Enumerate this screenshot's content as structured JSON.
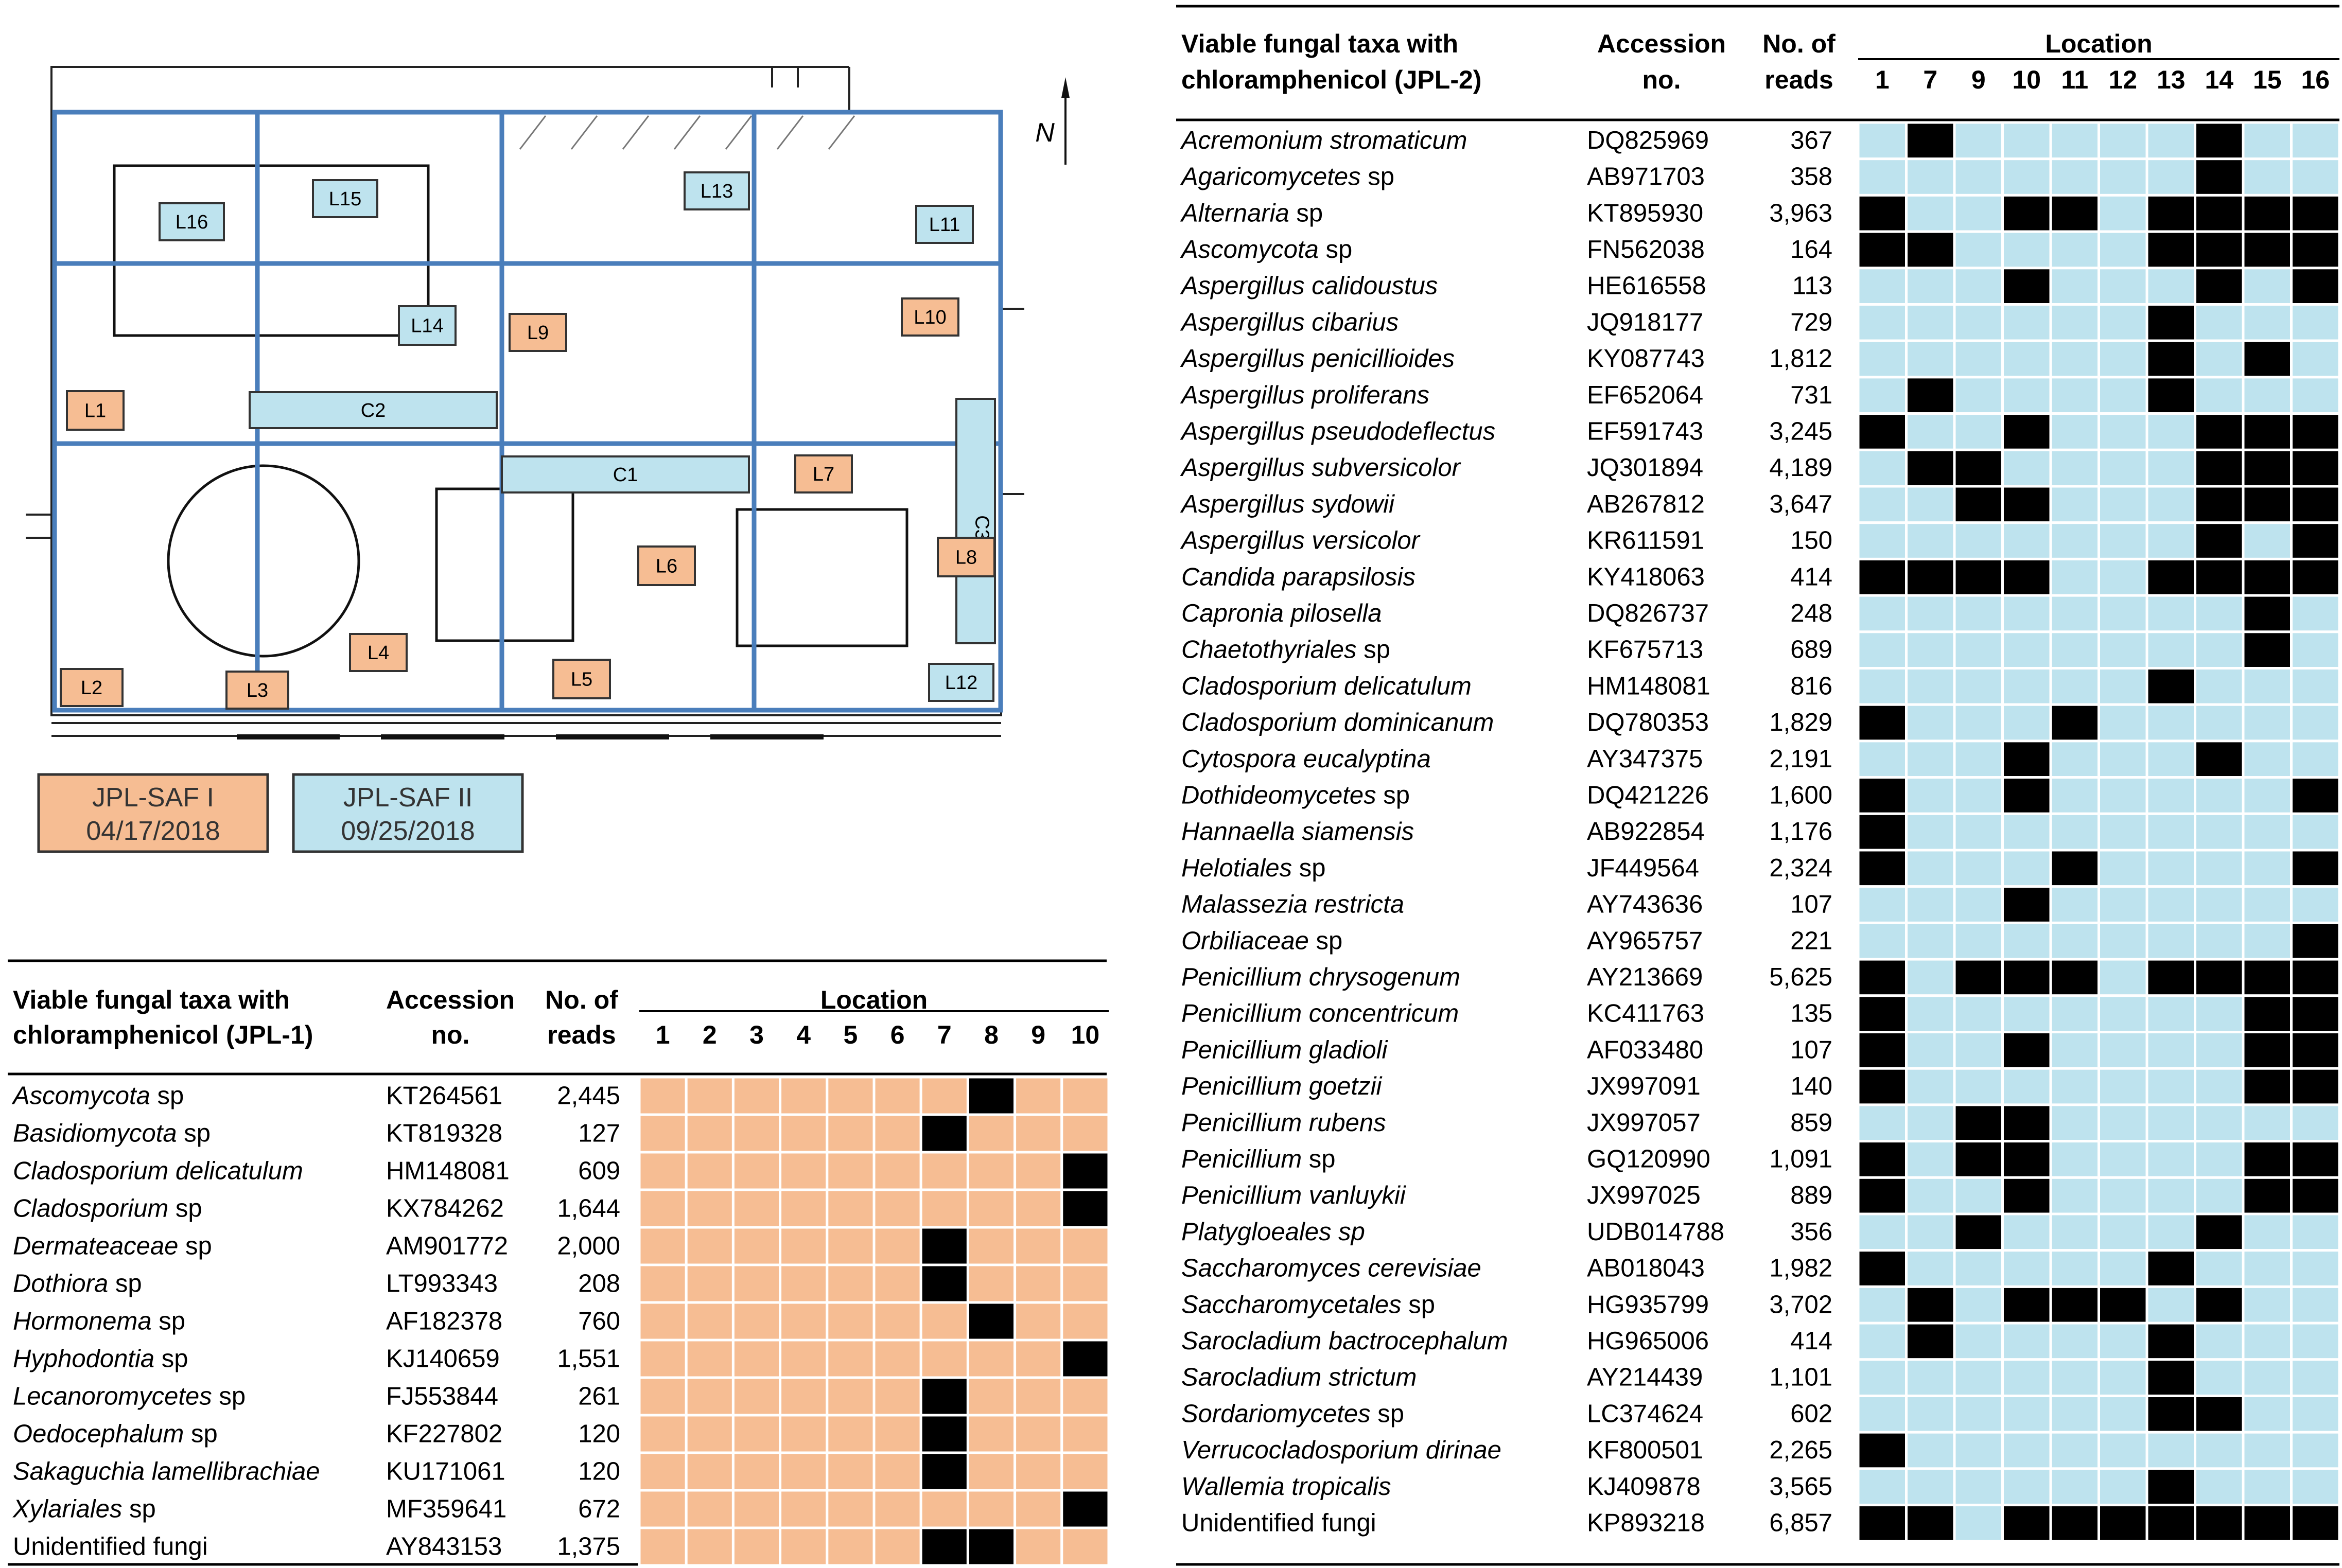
{
  "floorplan": {
    "north_label": "N",
    "rooms": [
      "L16",
      "L15",
      "L13",
      "L11",
      "L10",
      "L14",
      "L9",
      "L1",
      "C2",
      "C1",
      "L7",
      "C3",
      "L8",
      "L6",
      "L4",
      "L5",
      "L2",
      "L3",
      "L12"
    ],
    "legend": [
      {
        "line1": "JPL-SAF I",
        "line2": "04/17/2018",
        "color": "#F6BD93"
      },
      {
        "line1": "JPL-SAF II",
        "line2": "09/25/2018",
        "color": "#BEE3EE"
      }
    ]
  },
  "colors": {
    "jpl1_fill": "#F6BD93",
    "jpl2_fill": "#BEE3EE",
    "present": "#000000",
    "grid_blue": "#4A7EBB"
  },
  "table1": {
    "header": {
      "taxa_line1": "Viable fungal taxa with",
      "taxa_line2": "chloramphenicol (JPL-1)",
      "acc_line1": "Accession",
      "acc_line2": "no.",
      "reads_line1": "No. of",
      "reads_line2": "reads",
      "location": "Location"
    },
    "locations": [
      "1",
      "2",
      "3",
      "4",
      "5",
      "6",
      "7",
      "8",
      "9",
      "10"
    ],
    "rows": [
      {
        "name": "Ascomycota",
        "suffix": " sp",
        "acc": "KT264561",
        "reads": "2,445",
        "present": [
          "8"
        ]
      },
      {
        "name": "Basidiomycota",
        "suffix": " sp",
        "acc": "KT819328",
        "reads": "127",
        "present": [
          "7"
        ]
      },
      {
        "name": "Cladosporium delicatulum",
        "suffix": "",
        "acc": "HM148081",
        "reads": "609",
        "present": [
          "10"
        ]
      },
      {
        "name": "Cladosporium",
        "suffix": " sp",
        "acc": "KX784262",
        "reads": "1,644",
        "present": [
          "10"
        ]
      },
      {
        "name": "Dermateaceae",
        "suffix": " sp",
        "acc": "AM901772",
        "reads": "2,000",
        "present": [
          "7"
        ]
      },
      {
        "name": "Dothiora",
        "suffix": " sp",
        "acc": "LT993343",
        "reads": "208",
        "present": [
          "7"
        ]
      },
      {
        "name": "Hormonema",
        "suffix": " sp",
        "acc": "AF182378",
        "reads": "760",
        "present": [
          "8"
        ]
      },
      {
        "name": "Hyphodontia",
        "suffix": " sp",
        "acc": "KJ140659",
        "reads": "1,551",
        "present": [
          "10"
        ]
      },
      {
        "name": "Lecanoromycetes",
        "suffix": " sp",
        "acc": "FJ553844",
        "reads": "261",
        "present": [
          "7"
        ]
      },
      {
        "name": "Oedocephalum",
        "suffix": " sp",
        "acc": "KF227802",
        "reads": "120",
        "present": [
          "7"
        ]
      },
      {
        "name": "Sakaguchia lamellibrachiae",
        "suffix": "",
        "acc": "KU171061",
        "reads": "120",
        "present": [
          "7"
        ]
      },
      {
        "name": "Xylariales",
        "suffix": " sp",
        "acc": "MF359641",
        "reads": "672",
        "present": [
          "10"
        ]
      },
      {
        "name": "",
        "suffix": "Unidentified fungi",
        "acc": "AY843153",
        "reads": "1,375",
        "present": [
          "7",
          "8"
        ]
      }
    ]
  },
  "table2": {
    "header": {
      "taxa_line1": "Viable fungal taxa with",
      "taxa_line2": "chloramphenicol (JPL-2)",
      "acc_line1": "Accession",
      "acc_line2": "no.",
      "reads_line1": "No. of",
      "reads_line2": "reads",
      "location": "Location"
    },
    "locations": [
      "1",
      "7",
      "9",
      "10",
      "11",
      "12",
      "13",
      "14",
      "15",
      "16"
    ],
    "rows": [
      {
        "name": "Acremonium stromaticum",
        "suffix": "",
        "acc": "DQ825969",
        "reads": "367",
        "present": [
          "7",
          "14"
        ]
      },
      {
        "name": "Agaricomycetes",
        "suffix": " sp",
        "acc": "AB971703",
        "reads": "358",
        "present": [
          "14"
        ]
      },
      {
        "name": "Alternaria",
        "suffix": " sp",
        "acc": "KT895930",
        "reads": "3,963",
        "present": [
          "1",
          "10",
          "11",
          "13",
          "14",
          "15",
          "16"
        ]
      },
      {
        "name": "Ascomycota",
        "suffix": " sp",
        "acc": "FN562038",
        "reads": "164",
        "present": [
          "1",
          "7",
          "13",
          "14",
          "15",
          "16"
        ]
      },
      {
        "name": "Aspergillus calidoustus",
        "suffix": "",
        "acc": "HE616558",
        "reads": "113",
        "present": [
          "10",
          "14",
          "16"
        ]
      },
      {
        "name": "Aspergillus cibarius",
        "suffix": "",
        "acc": "JQ918177",
        "reads": "729",
        "present": [
          "13"
        ]
      },
      {
        "name": "Aspergillus penicillioides",
        "suffix": "",
        "acc": "KY087743",
        "reads": "1,812",
        "present": [
          "13",
          "15"
        ]
      },
      {
        "name": "Aspergillus proliferans",
        "suffix": "",
        "acc": "EF652064",
        "reads": "731",
        "present": [
          "7",
          "13"
        ]
      },
      {
        "name": "Aspergillus pseudodeflectus",
        "suffix": "",
        "acc": "EF591743",
        "reads": "3,245",
        "present": [
          "1",
          "10",
          "14",
          "15",
          "16"
        ]
      },
      {
        "name": "Aspergillus subversicolor",
        "suffix": "",
        "acc": "JQ301894",
        "reads": "4,189",
        "present": [
          "7",
          "9",
          "14",
          "15",
          "16"
        ]
      },
      {
        "name": "Aspergillus sydowii",
        "suffix": "",
        "acc": "AB267812",
        "reads": "3,647",
        "present": [
          "9",
          "10",
          "14",
          "15",
          "16"
        ]
      },
      {
        "name": "Aspergillus versicolor",
        "suffix": "",
        "acc": "KR611591",
        "reads": "150",
        "present": [
          "14",
          "16"
        ]
      },
      {
        "name": "Candida parapsilosis",
        "suffix": "",
        "acc": "KY418063",
        "reads": "414",
        "present": [
          "1",
          "7",
          "9",
          "10",
          "13",
          "14",
          "15",
          "16"
        ]
      },
      {
        "name": "Capronia pilosella",
        "suffix": "",
        "acc": "DQ826737",
        "reads": "248",
        "present": [
          "15"
        ]
      },
      {
        "name": "Chaetothyriales",
        "suffix": " sp",
        "acc": "KF675713",
        "reads": "689",
        "present": [
          "15"
        ]
      },
      {
        "name": "Cladosporium delicatulum",
        "suffix": "",
        "acc": "HM148081",
        "reads": "816",
        "present": [
          "13"
        ]
      },
      {
        "name": "Cladosporium dominicanum",
        "suffix": "",
        "acc": "DQ780353",
        "reads": "1,829",
        "present": [
          "1",
          "11"
        ]
      },
      {
        "name": "Cytospora eucalyptina",
        "suffix": "",
        "acc": "AY347375",
        "reads": "2,191",
        "present": [
          "10",
          "14"
        ]
      },
      {
        "name": "Dothideomycetes",
        "suffix": " sp",
        "acc": "DQ421226",
        "reads": "1,600",
        "present": [
          "1",
          "10",
          "16"
        ]
      },
      {
        "name": "Hannaella siamensis",
        "suffix": "",
        "acc": "AB922854",
        "reads": "1,176",
        "present": [
          "1"
        ]
      },
      {
        "name": "Helotiales",
        "suffix": " sp",
        "acc": "JF449564",
        "reads": "2,324",
        "present": [
          "1",
          "11",
          "16"
        ]
      },
      {
        "name": "Malassezia restricta",
        "suffix": "",
        "acc": "AY743636",
        "reads": "107",
        "present": [
          "10"
        ]
      },
      {
        "name": "Orbiliaceae",
        "suffix": " sp",
        "acc": "AY965757",
        "reads": "221",
        "present": [
          "16"
        ]
      },
      {
        "name": "Penicillium chrysogenum",
        "suffix": "",
        "acc": "AY213669",
        "reads": "5,625",
        "present": [
          "1",
          "9",
          "10",
          "11",
          "13",
          "14",
          "15",
          "16"
        ]
      },
      {
        "name": "Penicillium concentricum",
        "suffix": "",
        "acc": "KC411763",
        "reads": "135",
        "present": [
          "1",
          "15",
          "16"
        ]
      },
      {
        "name": "Penicillium gladioli",
        "suffix": "",
        "acc": "AF033480",
        "reads": "107",
        "present": [
          "1",
          "10",
          "15",
          "16"
        ]
      },
      {
        "name": "Penicillium goetzii",
        "suffix": "",
        "acc": "JX997091",
        "reads": "140",
        "present": [
          "1",
          "15",
          "16"
        ]
      },
      {
        "name": "Penicillium rubens",
        "suffix": "",
        "acc": "JX997057",
        "reads": "859",
        "present": [
          "9",
          "10"
        ]
      },
      {
        "name": "Penicillium",
        "suffix": " sp",
        "acc": "GQ120990",
        "reads": "1,091",
        "present": [
          "1",
          "9",
          "10",
          "15",
          "16"
        ]
      },
      {
        "name": "Penicillium vanluykii",
        "suffix": "",
        "acc": "JX997025",
        "reads": "889",
        "present": [
          "1",
          "10",
          "15",
          "16"
        ]
      },
      {
        "name": "Platygloeales sp",
        "suffix": "",
        "acc": "UDB014788",
        "reads": "356",
        "present": [
          "9",
          "14"
        ]
      },
      {
        "name": "Saccharomyces cerevisiae",
        "suffix": "",
        "acc": "AB018043",
        "reads": "1,982",
        "present": [
          "1",
          "13"
        ]
      },
      {
        "name": "Saccharomycetales",
        "suffix": " sp",
        "acc": "HG935799",
        "reads": "3,702",
        "present": [
          "7",
          "10",
          "11",
          "12",
          "14"
        ]
      },
      {
        "name": "Sarocladium bactrocephalum",
        "suffix": "",
        "acc": "HG965006",
        "reads": "414",
        "present": [
          "7",
          "13"
        ]
      },
      {
        "name": "Sarocladium strictum",
        "suffix": "",
        "acc": "AY214439",
        "reads": "1,101",
        "present": [
          "13"
        ]
      },
      {
        "name": "Sordariomycetes",
        "suffix": " sp",
        "acc": "LC374624",
        "reads": "602",
        "present": [
          "13",
          "14"
        ]
      },
      {
        "name": "Verrucocladosporium dirinae",
        "suffix": "",
        "acc": "KF800501",
        "reads": "2,265",
        "present": [
          "1"
        ]
      },
      {
        "name": "Wallemia tropicalis",
        "suffix": "",
        "acc": "KJ409878",
        "reads": "3,565",
        "present": [
          "13"
        ]
      },
      {
        "name": "",
        "suffix": "Unidentified fungi",
        "acc": "KP893218",
        "reads": "6,857",
        "present": [
          "1",
          "7",
          "10",
          "11",
          "12",
          "13",
          "14",
          "15",
          "16"
        ]
      }
    ]
  }
}
